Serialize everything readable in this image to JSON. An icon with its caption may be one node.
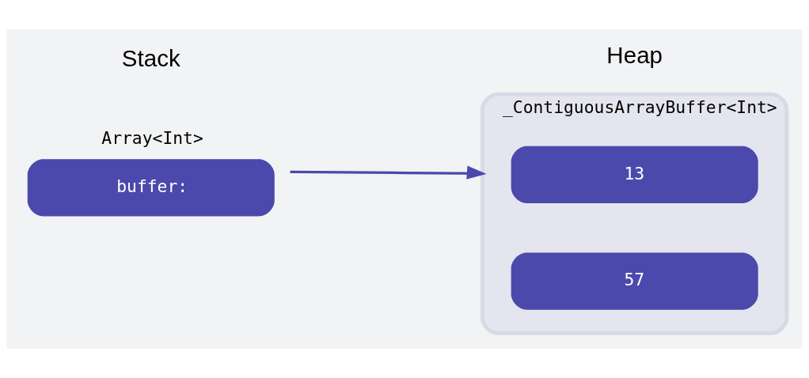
{
  "diagram": {
    "nodes": [
      {
        "text": [
          "Array<Int>",
          "buffer:"
        ]
      },
      {
        "text": [
          "_ContiguousArrayBuffer<Int>"
        ]
      },
      {
        "text": [
          "13"
        ],
        "in": 1
      },
      {
        "text": [
          "57"
        ],
        "in": 1
      }
    ],
    "edges": [
      {
        "from": 0,
        "to": 2,
        "arrow": "to"
      }
    ],
    "labels": [
      "Stack",
      "Heap"
    ]
  }
}
